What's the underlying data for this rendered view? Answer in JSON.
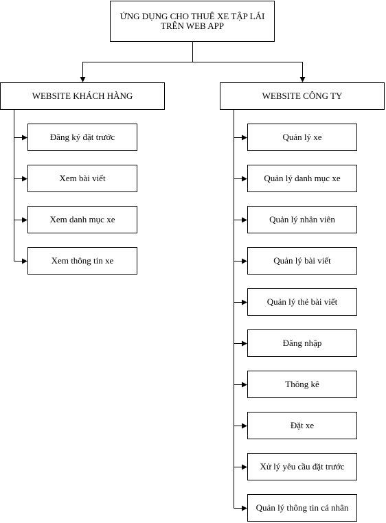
{
  "root": {
    "title": "ỨNG DỤNG CHO THUÊ XE TẬP LÁI\nTRÊN WEB APP"
  },
  "branches": [
    {
      "title": "WEBSITE KHÁCH HÀNG",
      "items": [
        "Đăng ký đặt trước",
        "Xem bài viết",
        "Xem danh mục xe",
        "Xem thông tin xe"
      ]
    },
    {
      "title": "WEBSITE CÔNG TY",
      "items": [
        "Quản lý xe",
        "Quản lý danh mục xe",
        "Quản lý nhân viên",
        "Quản lý bài viết",
        "Quản lý thẻ bài viết",
        "Đăng nhập",
        "Thông kê",
        "Đặt xe",
        "Xử lý yêu cầu đặt trước",
        "Quản lý thông tin cá nhân"
      ]
    }
  ],
  "colors": {
    "line": "#000000",
    "box_border": "#000000",
    "background": "#ffffff"
  }
}
